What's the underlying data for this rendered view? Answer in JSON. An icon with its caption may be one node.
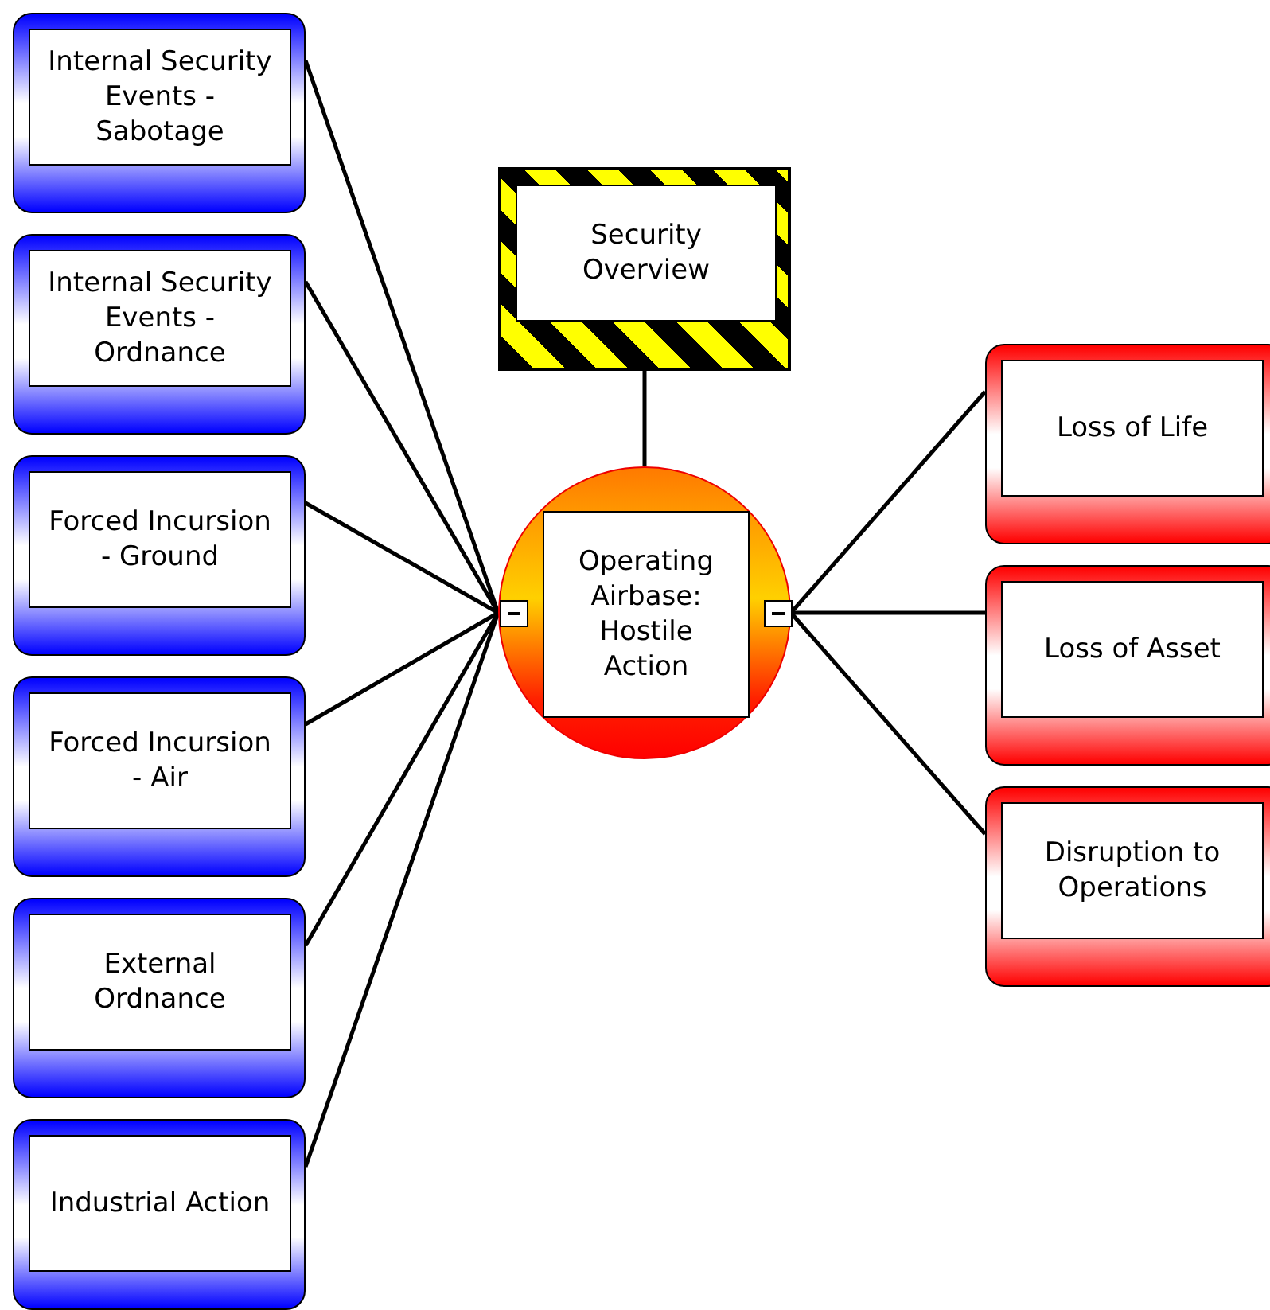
{
  "diagram": {
    "nodes": [
      {
        "text": [
          "Security Overview"
        ]
      },
      {
        "text": [
          "Operating Airbase: Hostile Action"
        ]
      },
      {
        "text": [
          "Internal Security Events - Sabotage"
        ]
      },
      {
        "text": [
          "Internal Security Events - Ordnance"
        ]
      },
      {
        "text": [
          "Forced Incursion - Ground"
        ]
      },
      {
        "text": [
          "Forced Incursion - Air"
        ]
      },
      {
        "text": [
          "External Ordnance"
        ]
      },
      {
        "text": [
          "Industrial Action"
        ]
      },
      {
        "text": [
          "Loss of Life"
        ]
      },
      {
        "text": [
          "Loss of Asset"
        ]
      },
      {
        "text": [
          "Disruption to Operations"
        ]
      }
    ],
    "edges": [
      {
        "from": 0,
        "to": 1,
        "arrow": "none"
      },
      {
        "from": 2,
        "to": 1,
        "arrow": "none"
      },
      {
        "from": 3,
        "to": 1,
        "arrow": "none"
      },
      {
        "from": 4,
        "to": 1,
        "arrow": "none"
      },
      {
        "from": 5,
        "to": 1,
        "arrow": "none"
      },
      {
        "from": 6,
        "to": 1,
        "arrow": "none"
      },
      {
        "from": 7,
        "to": 1,
        "arrow": "none"
      },
      {
        "from": 1,
        "to": 8,
        "arrow": "none"
      },
      {
        "from": 1,
        "to": 9,
        "arrow": "none"
      },
      {
        "from": 1,
        "to": 10,
        "arrow": "none"
      }
    ]
  }
}
